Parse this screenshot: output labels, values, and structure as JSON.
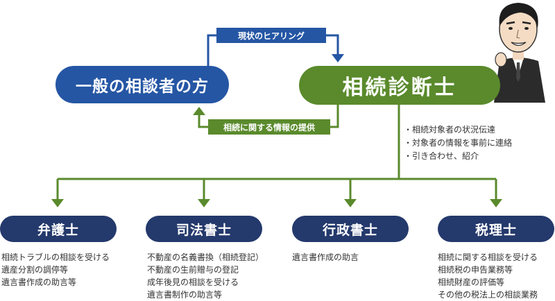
{
  "center_roles": {
    "general_consulter": "一般の相談者の方",
    "diagnostician": "相続診断士"
  },
  "flows": {
    "hearing": "現状のヒアリング",
    "info_provision": "相続に関する情報の提供"
  },
  "diagnostician_tasks": [
    "・相続対象者の状況伝達",
    "・対象者の情報を事前に連絡",
    "・引き合わせ、紹介"
  ],
  "professionals": [
    {
      "title": "弁護士",
      "duties": [
        "相続トラブルの相談を受ける",
        "遺産分割の調停等",
        "遺言書作成の助言等"
      ]
    },
    {
      "title": "司法書士",
      "duties": [
        "不動産の名義書換（相続登記）",
        "不動産の生前贈与の登記",
        "成年後見の相談を受ける",
        "遺言書制作の助言等"
      ]
    },
    {
      "title": "行政書士",
      "duties": [
        "遺言書作成の助言"
      ]
    },
    {
      "title": "税理士",
      "duties": [
        "相続に関する相談を受ける",
        "相続税の申告業務等",
        "相続財産の評価等",
        "その他の税法上の相談業務"
      ]
    }
  ],
  "colors": {
    "blue": "#2556a4",
    "green": "#5a8a2c",
    "navy": "#24396c"
  }
}
